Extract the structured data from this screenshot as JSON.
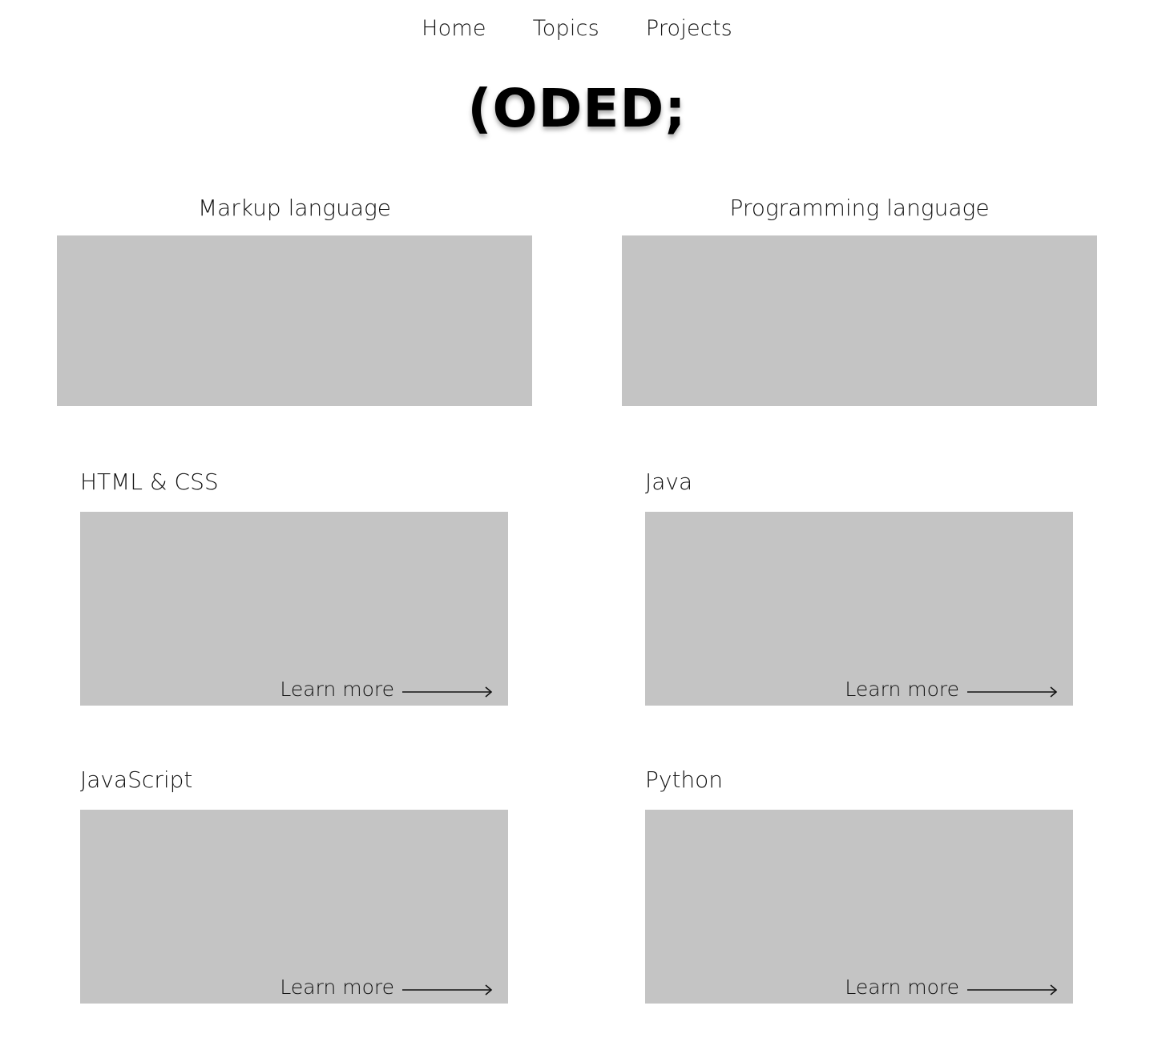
{
  "colors": {
    "placeholder": "#c4c4c4",
    "text": "#111111"
  },
  "nav": {
    "items": [
      {
        "label": "Home"
      },
      {
        "label": "Topics"
      },
      {
        "label": "Projects"
      }
    ]
  },
  "logo": {
    "text": "(ODED;"
  },
  "categories": [
    {
      "title": "Markup language"
    },
    {
      "title": "Programming language"
    }
  ],
  "topics": [
    {
      "title": "HTML & CSS",
      "link_label": "Learn more"
    },
    {
      "title": "Java",
      "link_label": "Learn more"
    },
    {
      "title": "JavaScript",
      "link_label": "Learn more"
    },
    {
      "title": "Python",
      "link_label": "Learn more"
    }
  ],
  "icons": {
    "arrow": "arrow-right-icon"
  }
}
